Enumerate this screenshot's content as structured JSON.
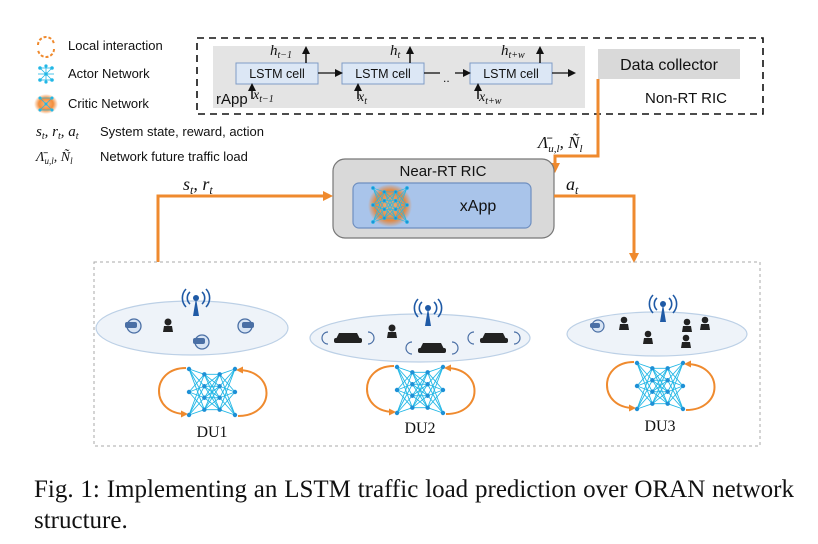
{
  "legend": {
    "local_interaction": "Local interaction",
    "actor_network": "Actor Network",
    "critic_network": "Critic Network",
    "state_reward_action": "System state, reward, action",
    "future_traffic_load": "Network future traffic load"
  },
  "non_rt_ric": {
    "label": "Non-RT RIC",
    "data_collector": "Data collector",
    "rapp_label": "rApp",
    "lstm_cells": [
      "LSTM cell",
      "LSTM cell",
      "LSTM cell"
    ],
    "ellipsis": ".."
  },
  "near_rt_ric": {
    "label": "Near-RT RIC",
    "xapp": "xApp"
  },
  "du_labels": [
    "DU1",
    "DU2",
    "DU3"
  ],
  "caption": {
    "prefix": "Fig. 1:",
    "text": "Implementing an LSTM traffic load prediction over ORAN network structure."
  },
  "colors": {
    "orange": "#ef8a2e",
    "actor_blue": "#22b7e6",
    "box_gray": "#d9d9d9",
    "cell_blue": "#dce7f5",
    "xapp_blue": "#a9c4ea",
    "antenna_blue": "#1f5aa6"
  }
}
